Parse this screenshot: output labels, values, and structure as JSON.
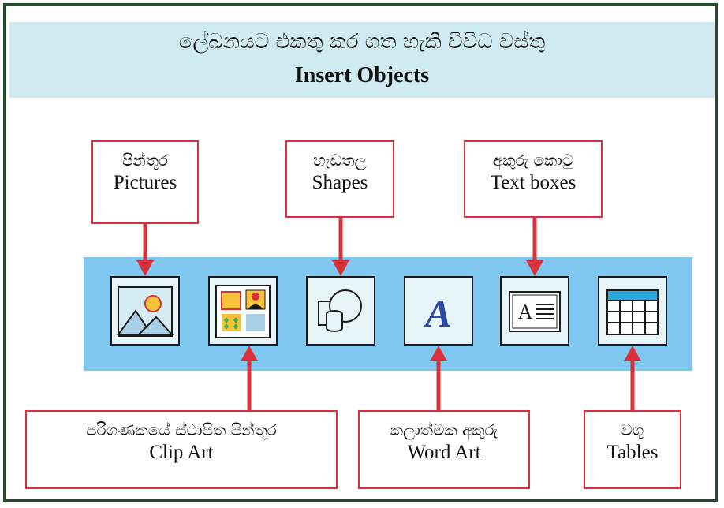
{
  "header": {
    "title_si": "ලේඛනයට එකතු කර ගත හැකි විවිධ වස්තු",
    "title_en": "Insert Objects"
  },
  "tools": [
    {
      "name": "pictures",
      "icon": "picture-icon",
      "label_si": "පින්තූර",
      "label_en": "Pictures"
    },
    {
      "name": "clip-art",
      "icon": "clip-art-icon",
      "label_si": "පරිගණකයේ ස්ථාපිත පින්තූර",
      "label_en": "Clip Art"
    },
    {
      "name": "shapes",
      "icon": "shapes-icon",
      "label_si": "හැඩතල",
      "label_en": "Shapes"
    },
    {
      "name": "word-art",
      "icon": "word-art-icon",
      "glyph": "A",
      "label_si": "කලාත්මක අකුරු",
      "label_en": "Word Art"
    },
    {
      "name": "text-boxes",
      "icon": "text-box-icon",
      "glyph": "A",
      "label_si": "අකුරු කොටු",
      "label_en": "Text boxes"
    },
    {
      "name": "tables",
      "icon": "table-icon",
      "label_si": "වගු",
      "label_en": "Tables"
    }
  ],
  "colors": {
    "border": "#1f4d2b",
    "header_bg": "#cfeaf1",
    "toolbar_bg": "#7fc7ee",
    "arrow": "#d8313c",
    "word_art": "#2b4aa6"
  }
}
